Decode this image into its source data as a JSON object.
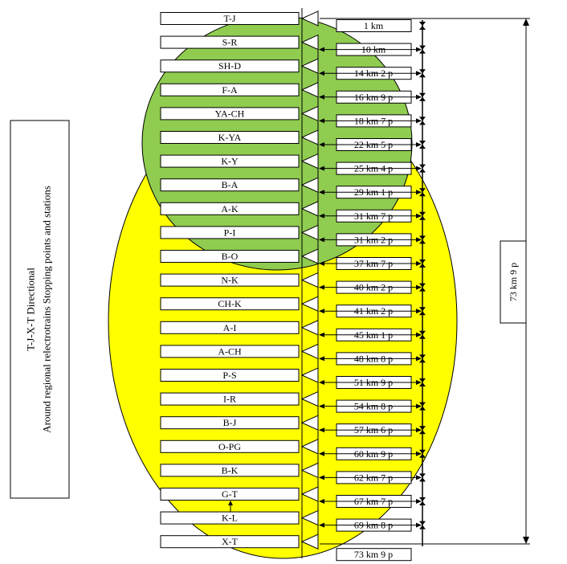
{
  "side_title": {
    "line1": "T-J-X-T Directional",
    "line2": "Around regional relectrotrains Stopping points and stations"
  },
  "total_label": "73 km 9 p",
  "colors": {
    "yellow_zone": "#ffff00",
    "green_zone": "#8fcc50",
    "line": "#000000",
    "box_fill": "#ffffff"
  },
  "stations": [
    {
      "label": "T-J"
    },
    {
      "label": "S-R"
    },
    {
      "label": "SH-D"
    },
    {
      "label": "F-A"
    },
    {
      "label": "YA-CH"
    },
    {
      "label": "K-YA"
    },
    {
      "label": "K-Y"
    },
    {
      "label": "B-A"
    },
    {
      "label": "A-K"
    },
    {
      "label": "P-I"
    },
    {
      "label": "B-O"
    },
    {
      "label": "N-K"
    },
    {
      "label": "CH-K"
    },
    {
      "label": "A-I"
    },
    {
      "label": "A-CH"
    },
    {
      "label": "P-S"
    },
    {
      "label": "I-R"
    },
    {
      "label": "B-J"
    },
    {
      "label": "O-PG"
    },
    {
      "label": "B-K"
    },
    {
      "label": "G-T"
    },
    {
      "label": "K-L"
    },
    {
      "label": "X-T"
    }
  ],
  "distances": [
    {
      "label": "1 km"
    },
    {
      "label": "10 km"
    },
    {
      "label": "14  km 2 p"
    },
    {
      "label": "16 km 9 p"
    },
    {
      "label": "18 km 7 p"
    },
    {
      "label": "22 km 5 p"
    },
    {
      "label": "25 km 4 p"
    },
    {
      "label": "29 km 1 p"
    },
    {
      "label": "31 km 7 p"
    },
    {
      "label": "31 km 2 p"
    },
    {
      "label": "37 km 7 p"
    },
    {
      "label": "40 km 2 p"
    },
    {
      "label": "41 km 2 p"
    },
    {
      "label": "45  km 1 p"
    },
    {
      "label": "48 km 8 p"
    },
    {
      "label": "51 km 9 p"
    },
    {
      "label": "54 km 8 p"
    },
    {
      "label": "57 km 6 p"
    },
    {
      "label": "60 km 9 p"
    },
    {
      "label": "62 km 7 p"
    },
    {
      "label": "67 km 7 p"
    },
    {
      "label": "69 km 8 p"
    },
    {
      "label": "73 km 9 p"
    }
  ]
}
